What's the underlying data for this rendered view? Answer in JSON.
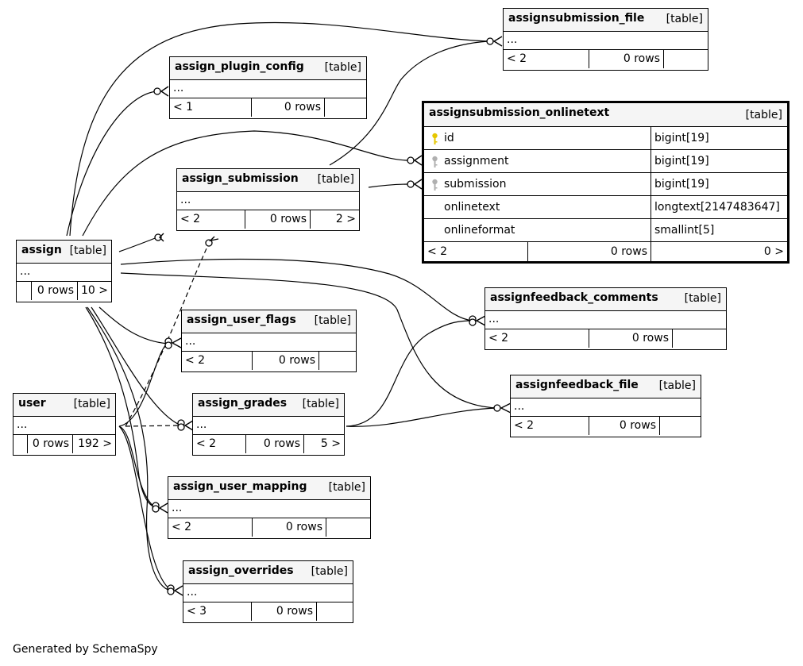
{
  "tables": {
    "assignsubmission_file": {
      "name": "assignsubmission_file",
      "tag": "[table]",
      "cols": "...",
      "parents": "< 2",
      "rows": "0 rows",
      "children": ""
    },
    "assign_plugin_config": {
      "name": "assign_plugin_config",
      "tag": "[table]",
      "cols": "...",
      "parents": "< 1",
      "rows": "0 rows",
      "children": ""
    },
    "assign_submission": {
      "name": "assign_submission",
      "tag": "[table]",
      "cols": "...",
      "parents": "< 2",
      "rows": "0 rows",
      "children": "2 >"
    },
    "assign": {
      "name": "assign",
      "tag": "[table]",
      "cols": "...",
      "parents": "",
      "rows": "0 rows",
      "children": "10 >"
    },
    "assign_user_flags": {
      "name": "assign_user_flags",
      "tag": "[table]",
      "cols": "...",
      "parents": "< 2",
      "rows": "0 rows",
      "children": ""
    },
    "user": {
      "name": "user",
      "tag": "[table]",
      "cols": "...",
      "parents": "",
      "rows": "0 rows",
      "children": "192 >"
    },
    "assign_grades": {
      "name": "assign_grades",
      "tag": "[table]",
      "cols": "...",
      "parents": "< 2",
      "rows": "0 rows",
      "children": "5 >"
    },
    "assign_user_mapping": {
      "name": "assign_user_mapping",
      "tag": "[table]",
      "cols": "...",
      "parents": "< 2",
      "rows": "0 rows",
      "children": ""
    },
    "assign_overrides": {
      "name": "assign_overrides",
      "tag": "[table]",
      "cols": "...",
      "parents": "< 3",
      "rows": "0 rows",
      "children": ""
    },
    "assignfeedback_comments": {
      "name": "assignfeedback_comments",
      "tag": "[table]",
      "cols": "...",
      "parents": "< 2",
      "rows": "0 rows",
      "children": ""
    },
    "assignfeedback_file": {
      "name": "assignfeedback_file",
      "tag": "[table]",
      "cols": "...",
      "parents": "< 2",
      "rows": "0 rows",
      "children": ""
    }
  },
  "focus": {
    "name": "assignsubmission_onlinetext",
    "tag": "[table]",
    "columns": [
      {
        "name": "id",
        "type": "bigint[19]",
        "key": "primary"
      },
      {
        "name": "assignment",
        "type": "bigint[19]",
        "key": "foreign"
      },
      {
        "name": "submission",
        "type": "bigint[19]",
        "key": "foreign"
      },
      {
        "name": "onlinetext",
        "type": "longtext[2147483647]",
        "key": "none"
      },
      {
        "name": "onlineformat",
        "type": "smallint[5]",
        "key": "none"
      }
    ],
    "parents": "< 2",
    "rows": "0 rows",
    "children": "0 >"
  },
  "colors": {
    "primary_key": "#e6c700",
    "foreign_key": "#b0b0b0",
    "header_bg": "#f5f5f5"
  },
  "footer": "Generated by SchemaSpy"
}
